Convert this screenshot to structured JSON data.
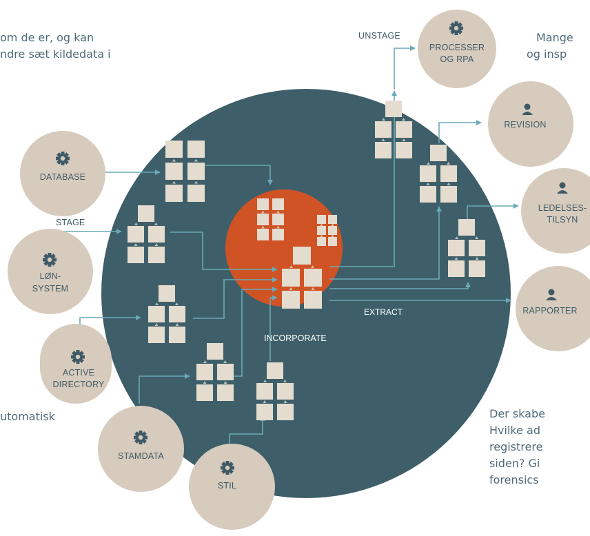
{
  "text": {
    "top_left": [
      "om de er, og kan",
      "ndre sæt kildedata i"
    ],
    "top_right": [
      "Mange",
      "og insp"
    ],
    "left_mid": "utomatisk",
    "bottom_right": [
      "Der skabe",
      "Hvilke ad",
      "registrere",
      "siden? Gi",
      "forensics"
    ]
  },
  "labels": {
    "stage": "STAGE",
    "unstage": "UNSTAGE",
    "incorporate": "INCORPORATE",
    "extract": "EXTRACT"
  },
  "sources": [
    {
      "id": "database",
      "lines": [
        "DATABASE"
      ],
      "icon": "gear-icon"
    },
    {
      "id": "lonsystem",
      "lines": [
        "LØN-",
        "SYSTEM"
      ],
      "icon": "gear-icon"
    },
    {
      "id": "active-directory",
      "lines": [
        "ACTIVE",
        "DIRECTORY"
      ],
      "icon": "gear-icon"
    },
    {
      "id": "stamdata",
      "lines": [
        "STAMDATA"
      ],
      "icon": "gear-icon"
    },
    {
      "id": "stil",
      "lines": [
        "STIL"
      ],
      "icon": "gear-icon"
    }
  ],
  "targets": [
    {
      "id": "processer",
      "lines": [
        "PROCESSER",
        "OG RPA"
      ],
      "icon": "gear-icon"
    },
    {
      "id": "revision",
      "lines": [
        "REVISION"
      ],
      "icon": "user-icon"
    },
    {
      "id": "ledelsestilsyn",
      "lines": [
        "LEDELSES-",
        "TILSYN"
      ],
      "icon": "user-icon"
    },
    {
      "id": "rapporter",
      "lines": [
        "RAPPORTER"
      ],
      "icon": "user-icon"
    }
  ],
  "colors": {
    "outer_circle": "#3e5f69",
    "inner_circle": "#cf5325",
    "node": "#d7cbbd",
    "connector": "#6aaab8",
    "block": "#e4dccf",
    "text": "#4f6b78"
  }
}
